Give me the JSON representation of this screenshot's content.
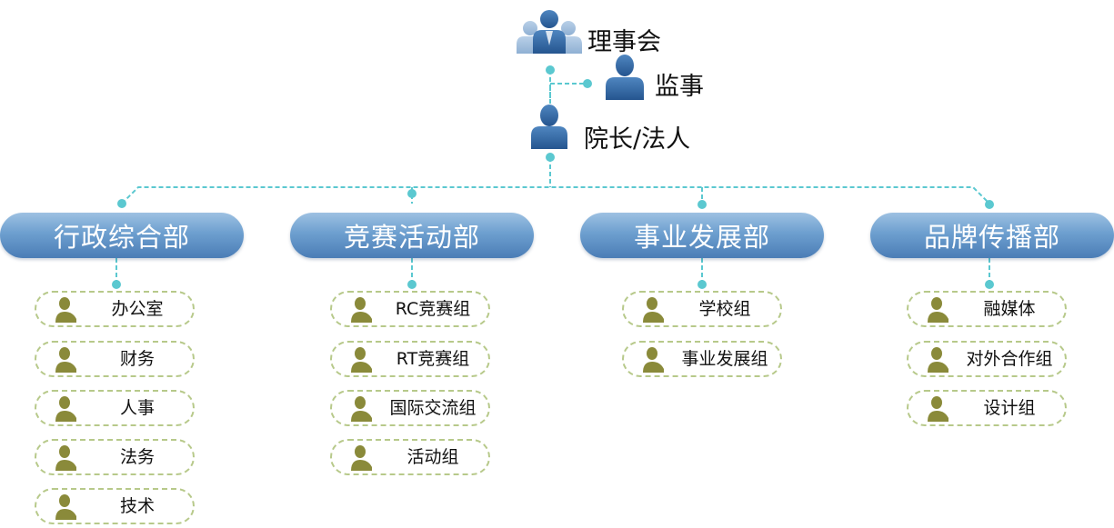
{
  "top": {
    "board_label": "理事会",
    "supervisor_label": "监事",
    "president_label": "院长/法人",
    "board_icon": "people-group-icon",
    "supervisor_icon": "person-icon",
    "president_icon": "person-icon"
  },
  "colors": {
    "connector": "#5bc8d0",
    "department_fill": "#6d9fcf",
    "group_border": "#b7c98a",
    "group_icon": "#8a8a3a"
  },
  "departments": [
    {
      "name": "行政综合部",
      "groups": [
        "办公室",
        "财务",
        "人事",
        "法务",
        "技术"
      ]
    },
    {
      "name": "竞赛活动部",
      "groups": [
        "RC竞赛组",
        "RT竞赛组",
        "国际交流组",
        "活动组"
      ]
    },
    {
      "name": "事业发展部",
      "groups": [
        "学校组",
        "事业发展组"
      ]
    },
    {
      "name": "品牌传播部",
      "groups": [
        "融媒体",
        "对外合作组",
        "设计组"
      ]
    }
  ]
}
